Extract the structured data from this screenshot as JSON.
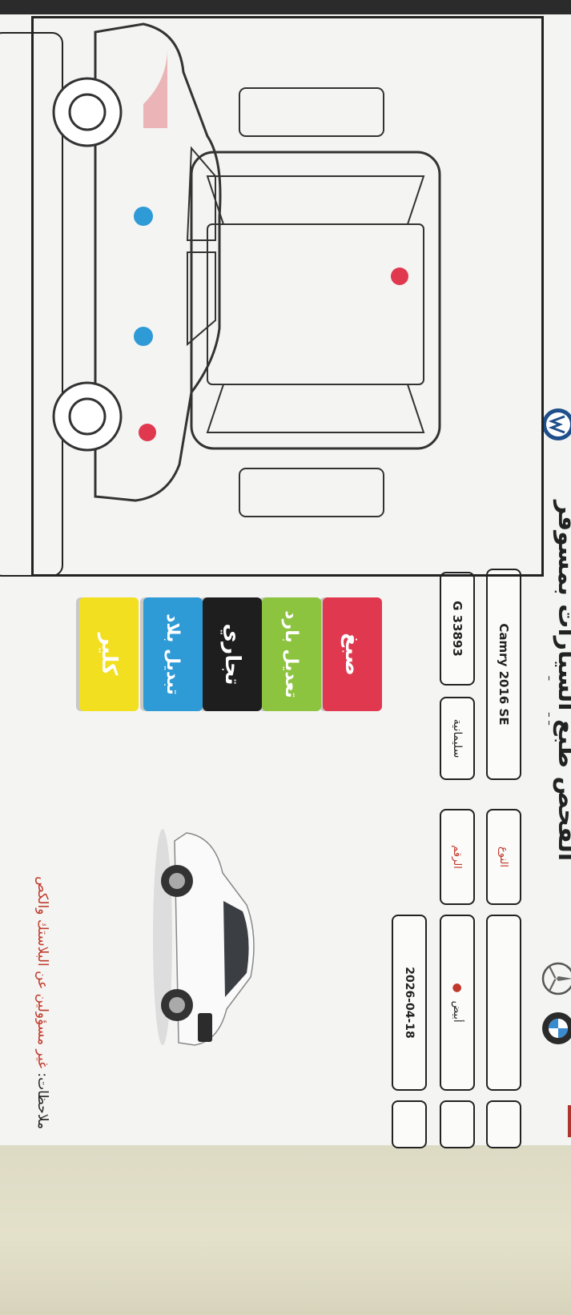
{
  "header": {
    "title": "الفحص طبع السيارات بمسوفر العطيف"
  },
  "fields": {
    "model": {
      "value": "Camry 2016 SE"
    },
    "type": {
      "label": "النوع"
    },
    "plate": {
      "value": "G 33893"
    },
    "number": {
      "label": "الرقم"
    },
    "issue_place": {
      "value": "سليمانية"
    },
    "color": {
      "value": "أبيض"
    },
    "date": {
      "value": "2026-04-18"
    }
  },
  "legend": [
    {
      "label": "صبغ",
      "color": "#e0394f",
      "text_color": "#ffffff"
    },
    {
      "label": "تعديل بارد",
      "color": "#8cc33f",
      "text_color": "#ffffff"
    },
    {
      "label": "تجاري",
      "color": "#1e1e1e",
      "text_color": "#ffffff"
    },
    {
      "label": "تبديل بلاد",
      "color": "#2e9ad6",
      "text_color": "#ffffff"
    },
    {
      "label": "كلير",
      "color": "#f2df1f",
      "text_color": "#ffffff"
    }
  ],
  "notes": {
    "label": "ملاحظات:",
    "text": "غير مسؤولين عن البلاستك والكص"
  },
  "marks": {
    "paint_color": "#e0394f",
    "replace_color": "#2e9ad6",
    "repaint_shade": "#e58a8f",
    "green_shade": "#5fbf95"
  },
  "logos": [
    "bmw-logo",
    "mercedes-logo",
    "volkswagen-logo"
  ]
}
